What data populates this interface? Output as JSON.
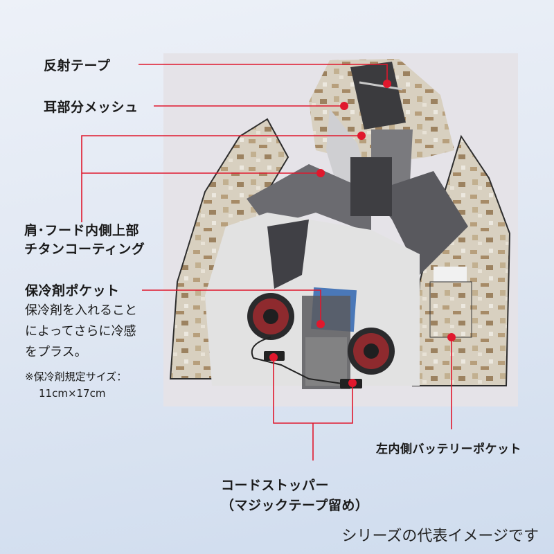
{
  "accent_color": "#e0182d",
  "callouts": {
    "reflective_tape": "反射テープ",
    "ear_mesh": "耳部分メッシュ",
    "titanium_coating": {
      "line1": "肩･フード内側上部",
      "line2": "チタンコーティング"
    },
    "ice_pack_pocket": {
      "title": "保冷剤ポケット",
      "desc_lines": [
        "保冷剤を入れること",
        "によってさらに冷感",
        "をプラス。"
      ],
      "note_line1": "※保冷剤規定サイズ：",
      "note_line2": "11cm×17cm"
    },
    "battery_pocket": "左内側バッテリーポケット",
    "cord_stopper": {
      "line1": "コードストッパー",
      "line2": "（マジックテープ留め）"
    }
  },
  "footer_note": "シリーズの代表イメージです",
  "image": {
    "subject": "fan-jacket-interior-photo"
  }
}
